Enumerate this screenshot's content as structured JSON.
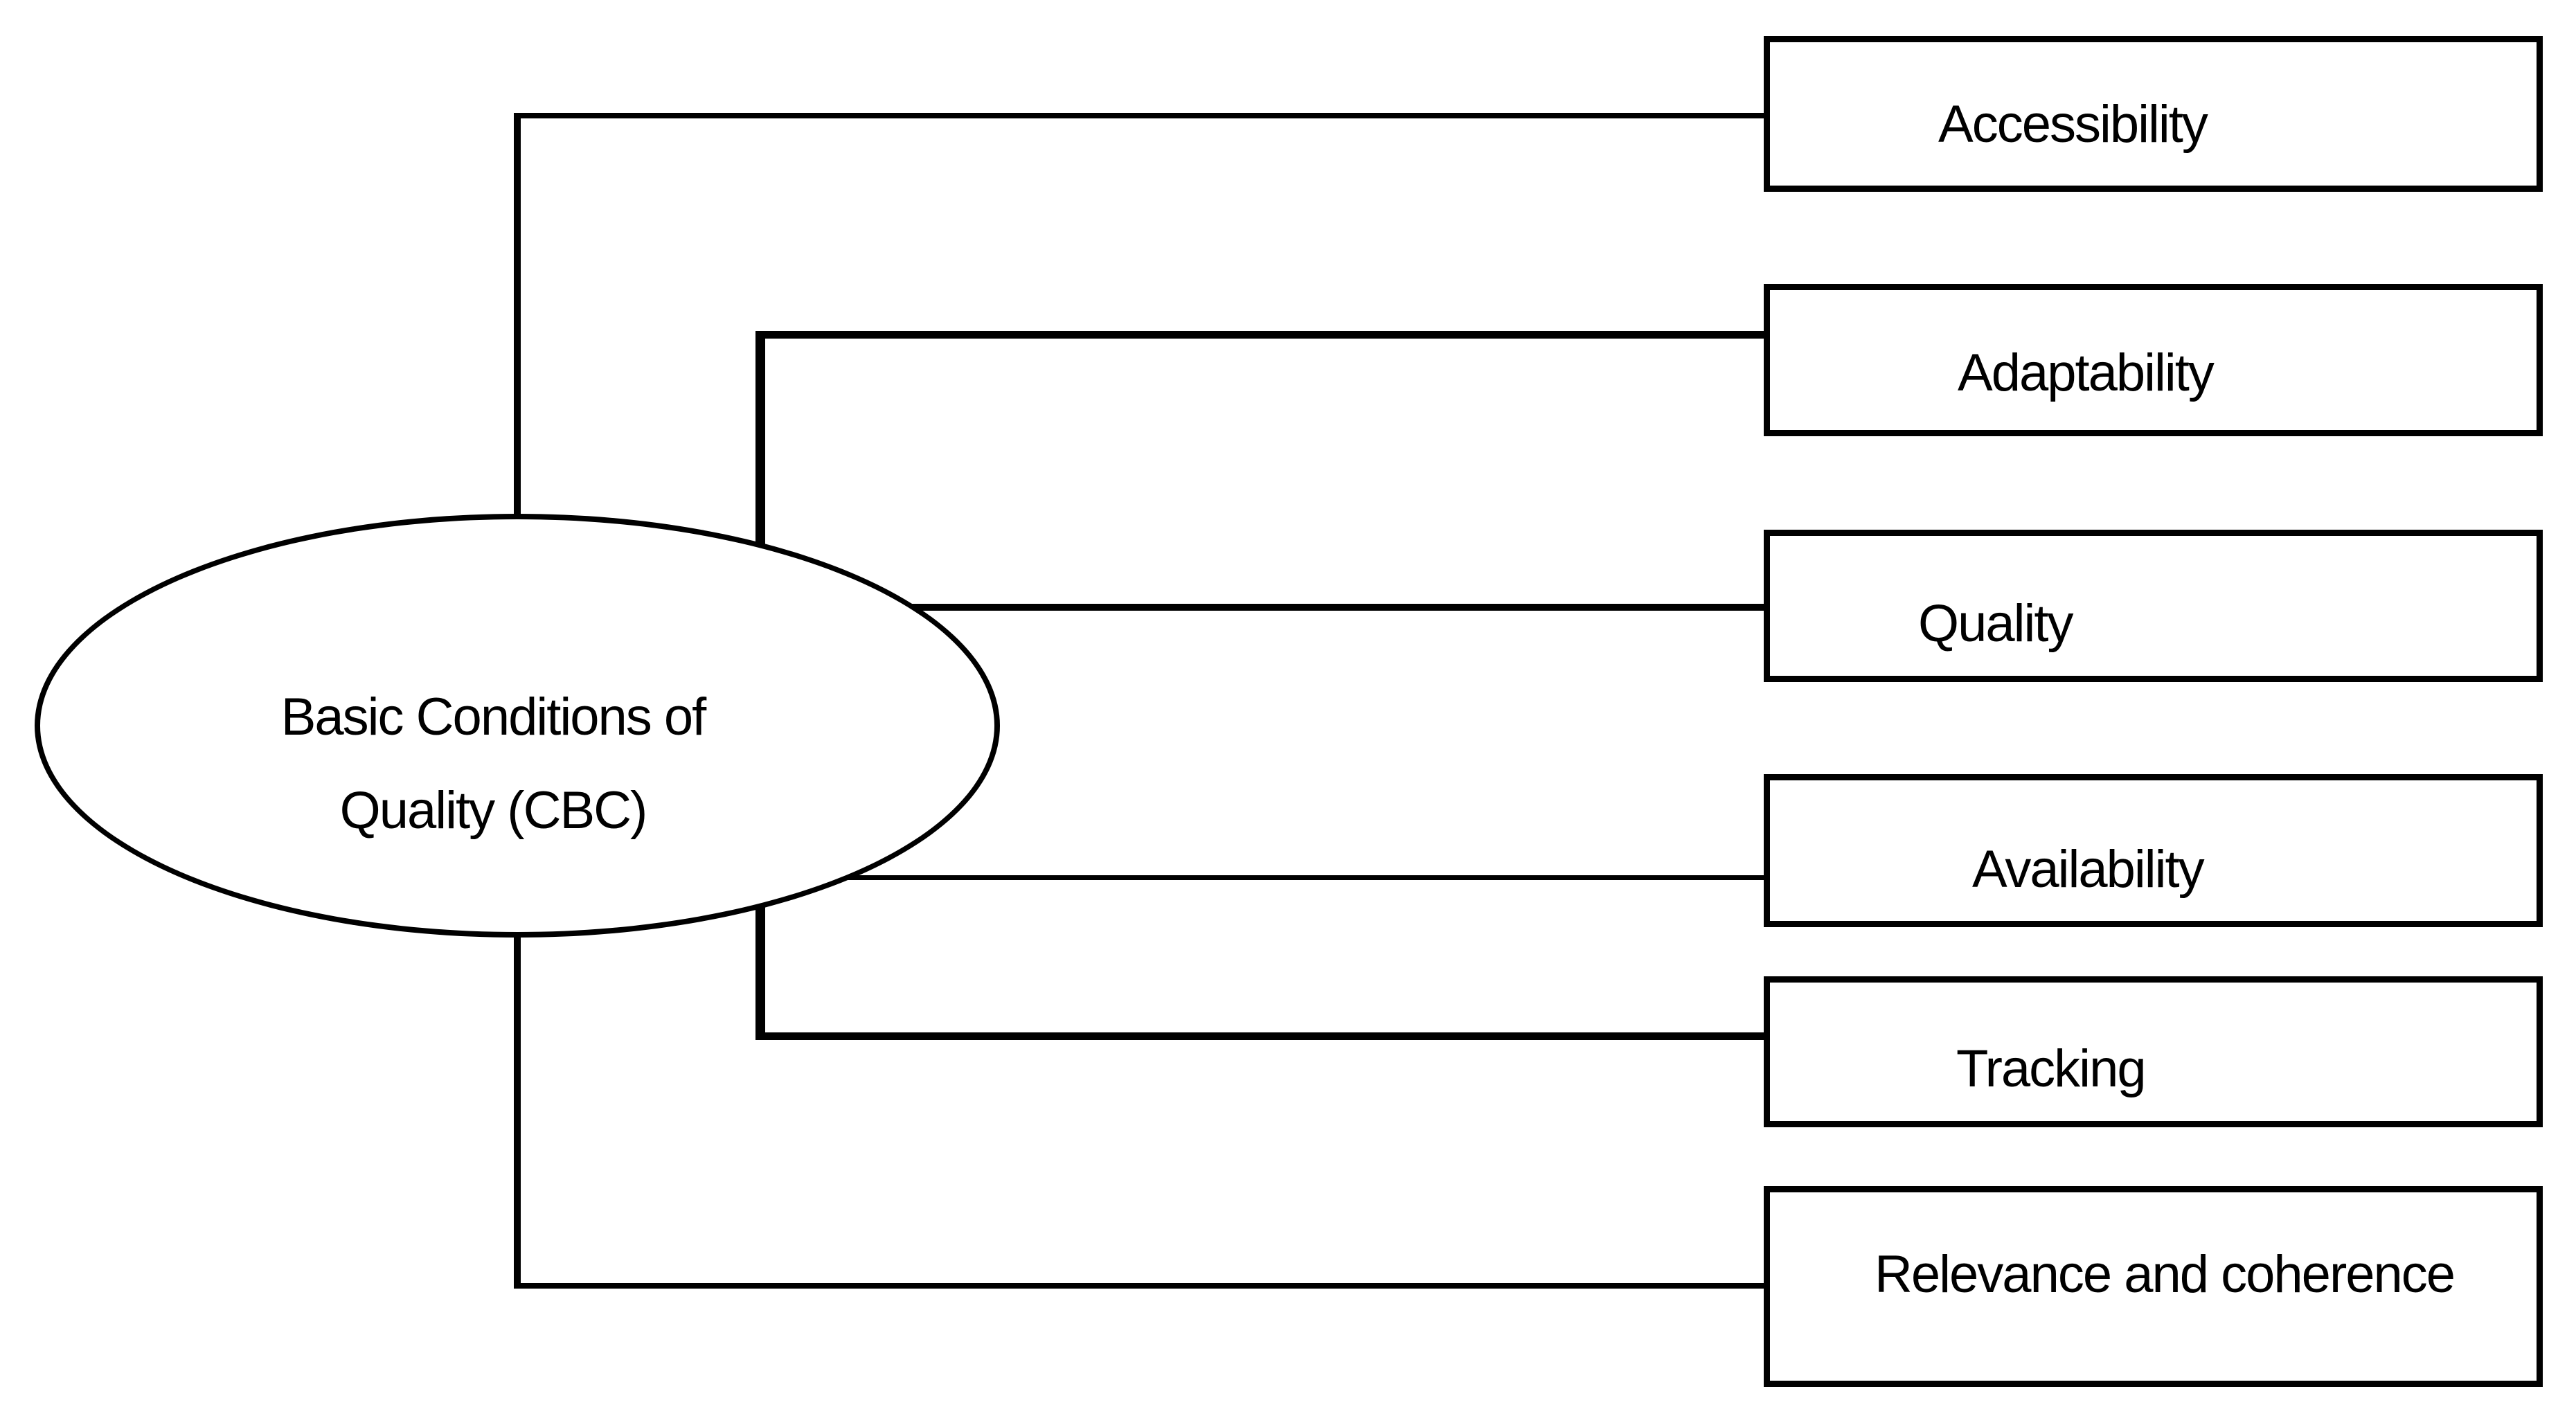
{
  "diagram": {
    "center_node": {
      "label_line1": "Basic Conditions of",
      "label_line2": "Quality (CBC)"
    },
    "nodes": [
      {
        "id": "accessibility",
        "label": "Accessibility"
      },
      {
        "id": "adaptability",
        "label": "Adaptability"
      },
      {
        "id": "quality",
        "label": "Quality"
      },
      {
        "id": "availability",
        "label": "Availability"
      },
      {
        "id": "tracking",
        "label": "Tracking"
      },
      {
        "id": "relevance-coherence",
        "label": "Relevance and coherence"
      }
    ],
    "colors": {
      "background": "#ffffff",
      "stroke": "#000000",
      "text": "#000000"
    }
  }
}
